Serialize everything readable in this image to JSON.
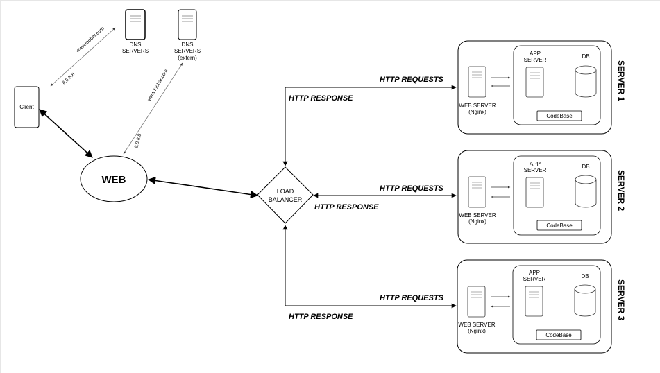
{
  "client": {
    "label": "Client"
  },
  "dns": {
    "line1": "DNS",
    "line2": "SERVERS"
  },
  "dns_extern": {
    "line1": "DNS",
    "line2": "SERVERS",
    "line3": "(extern)"
  },
  "web": {
    "label": "WEB"
  },
  "load_balancer": {
    "line1": "LOAD",
    "line2": "BALANCER"
  },
  "dns_query": {
    "domain": "www.foobar.com",
    "ip": "8.8.8.8"
  },
  "dns_extern_query": {
    "domain": "www.foobar.com",
    "ip": "8.8.8.8"
  },
  "http": {
    "requests": "HTTP REQUESTS",
    "response": "HTTP RESPONSE"
  },
  "servers": [
    {
      "title": "SERVER 1",
      "web_server": "WEB SERVER",
      "web_server_sub": "(Nginx)",
      "app_server_line1": "APP",
      "app_server_line2": "SERVER",
      "db": "DB",
      "codebase": "CodeBase"
    },
    {
      "title": "SERVER 2",
      "web_server": "WEB SERVER",
      "web_server_sub": "(Nginx)",
      "app_server_line1": "APP",
      "app_server_line2": "SERVER",
      "db": "DB",
      "codebase": "CodeBase"
    },
    {
      "title": "SERVER 3",
      "web_server": "WEB SERVER",
      "web_server_sub": "(Nginx)",
      "app_server_line1": "APP",
      "app_server_line2": "SERVER",
      "db": "DB",
      "codebase": "CodeBase"
    }
  ]
}
